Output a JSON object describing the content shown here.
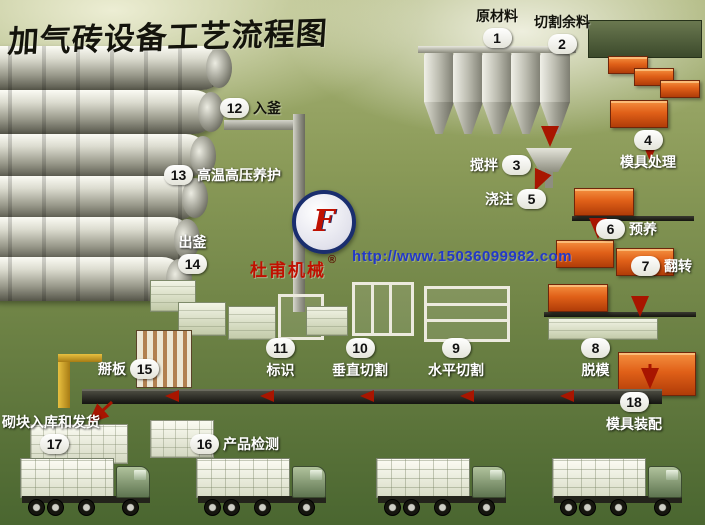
{
  "title": "加气砖设备工艺流程图",
  "logo": {
    "monogram": "F",
    "brand": "杜甫机械",
    "registered": "®"
  },
  "website": "http://www.15036099982.com",
  "steps": [
    {
      "num": "1",
      "label": "原材料"
    },
    {
      "num": "2",
      "label": "切割余料"
    },
    {
      "num": "3",
      "label": "搅拌"
    },
    {
      "num": "4",
      "label": "模具处理"
    },
    {
      "num": "5",
      "label": "浇注"
    },
    {
      "num": "6",
      "label": "预养"
    },
    {
      "num": "7",
      "label": "翻转"
    },
    {
      "num": "8",
      "label": "脱模"
    },
    {
      "num": "9",
      "label": "水平切割"
    },
    {
      "num": "10",
      "label": "垂直切割"
    },
    {
      "num": "11",
      "label": "标识"
    },
    {
      "num": "12",
      "label": "入釜"
    },
    {
      "num": "13",
      "label": "高温高压养护"
    },
    {
      "num": "14",
      "label": "出釜"
    },
    {
      "num": "15",
      "label": "掰板"
    },
    {
      "num": "16",
      "label": "产品检测"
    },
    {
      "num": "17",
      "label": "砌块入库和发货"
    },
    {
      "num": "18",
      "label": "模具装配"
    }
  ],
  "colors": {
    "background": "#7a8f4f",
    "accent_red": "#a81500",
    "website_blue": "#2238c8",
    "mold_orange": "#e06018"
  }
}
